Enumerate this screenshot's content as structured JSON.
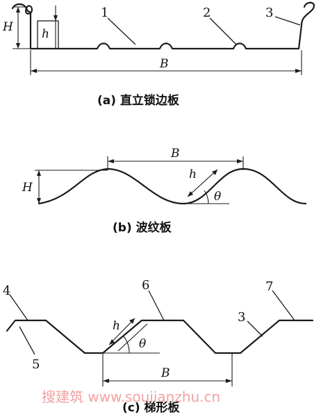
{
  "panel_a": {
    "caption": "(a) 直立锁边板",
    "labels": {
      "H": "H",
      "h": "h",
      "B": "B"
    },
    "callouts": [
      "1",
      "2",
      "3"
    ]
  },
  "panel_b": {
    "caption": "(b) 波纹板",
    "labels": {
      "H": "H",
      "h": "h",
      "B": "B",
      "theta": "θ"
    }
  },
  "panel_c": {
    "caption": "(c) 梯形板",
    "labels": {
      "h": "h",
      "B": "B",
      "theta": "θ"
    },
    "callouts": [
      "4",
      "5",
      "6",
      "3",
      "7"
    ]
  },
  "watermark": "搜建筑  www.soujianzhu.cn"
}
